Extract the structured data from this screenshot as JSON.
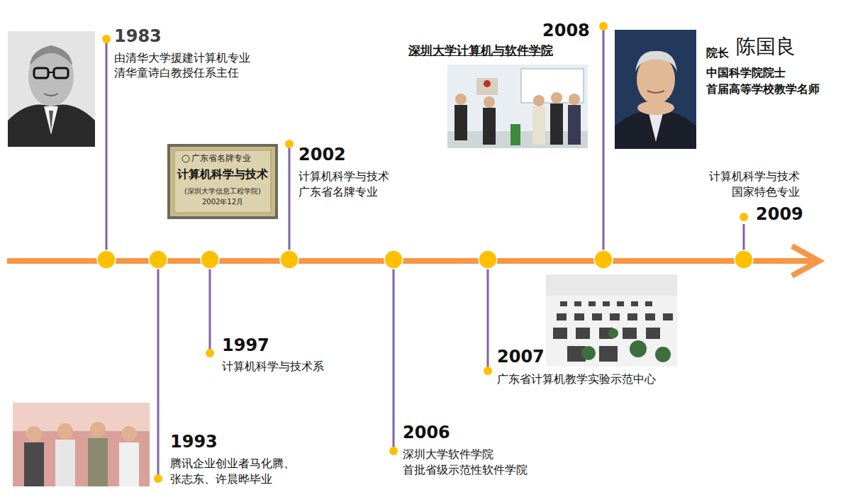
{
  "diagram": {
    "labels": [
      "1983",
      "由清华大学援建计算机专业",
      "清华童诗白教授任系主任",
      "广东省名牌专业",
      "计算机科学与技术",
      "(深圳大学信息工程学院)",
      "2002年12月",
      "2002",
      "计算机科学与技术",
      "广东省名牌专业",
      "2008",
      "深圳大学计算机与软件学院",
      "院长",
      "陈国良",
      "中国科学院院士",
      "首届高等学校教学名师",
      "计算机科学与技术",
      "国家特色专业",
      "2009",
      "1997",
      "计算机科学与技术系",
      "2007",
      "广东省计算机教学实验示范中心",
      "1993",
      "腾讯企业创业者马化腾、",
      "张志东、许晨晔毕业",
      "2006",
      "深圳大学软件学院",
      "首批省级示范性软件学院"
    ]
  }
}
